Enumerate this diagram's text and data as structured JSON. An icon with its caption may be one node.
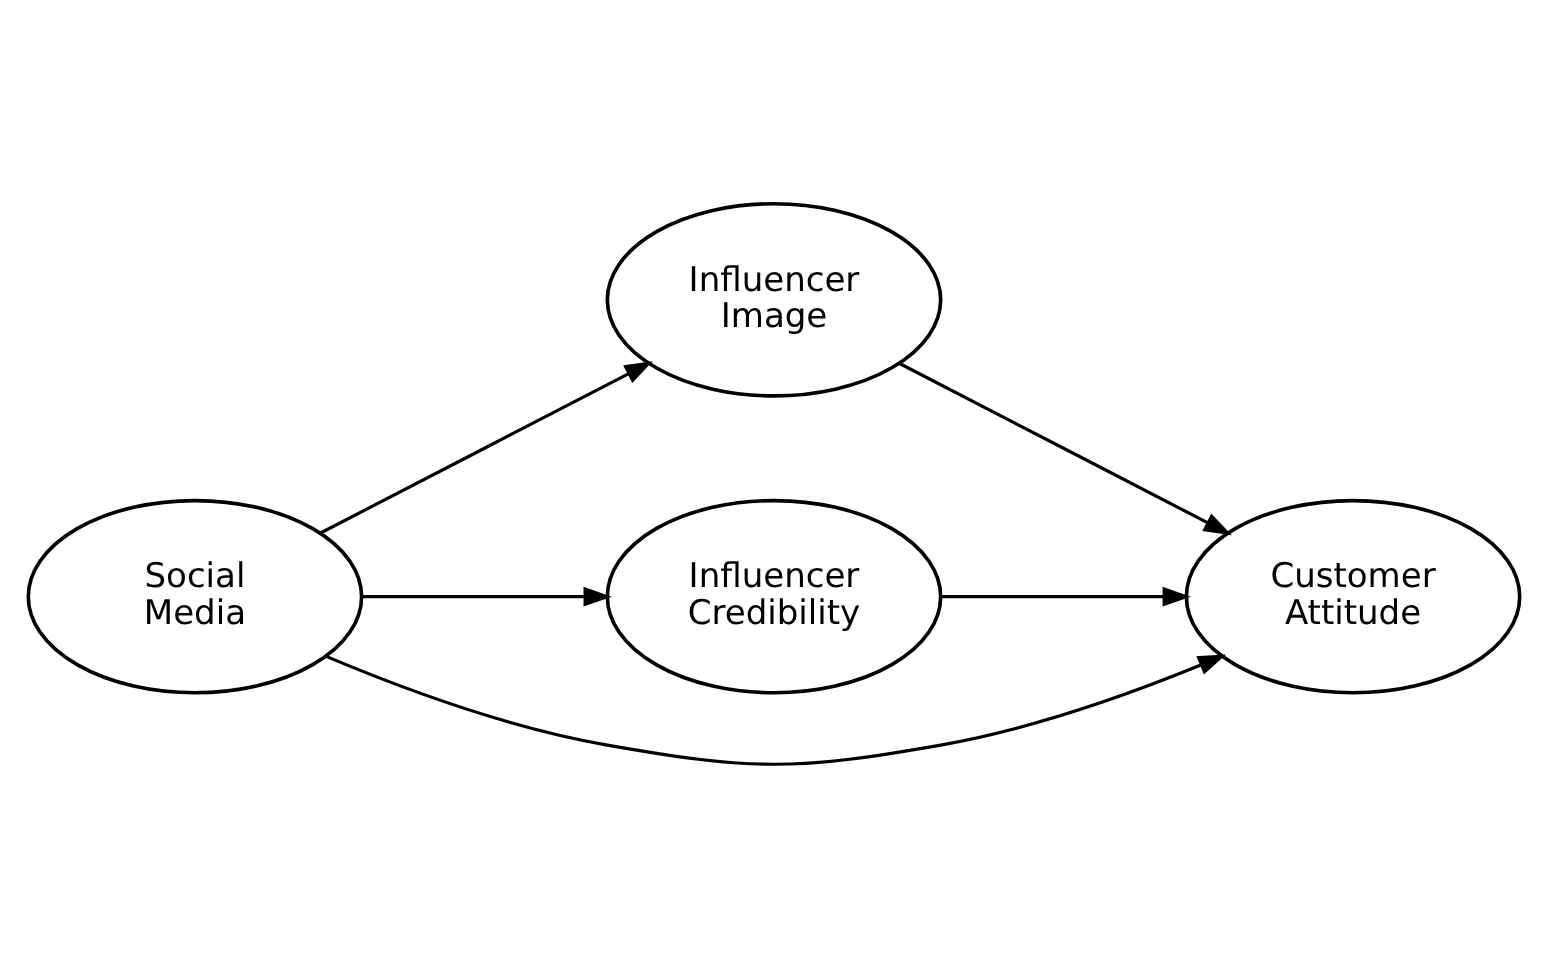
{
  "diagram": {
    "nodes": [
      {
        "text": [
          "Social Media"
        ]
      },
      {
        "text": [
          "Influencer Image"
        ]
      },
      {
        "text": [
          "Influencer Credibility"
        ]
      },
      {
        "text": [
          "Customer Attitude"
        ]
      }
    ],
    "edges": [
      {
        "from": 0,
        "to": 1,
        "arrow": "to"
      },
      {
        "from": 1,
        "to": 3,
        "arrow": "to"
      },
      {
        "from": 0,
        "to": 3,
        "arrow": "to"
      },
      {
        "from": 0,
        "to": 2,
        "arrow": "to"
      },
      {
        "from": 2,
        "to": 3,
        "arrow": "to"
      }
    ]
  }
}
